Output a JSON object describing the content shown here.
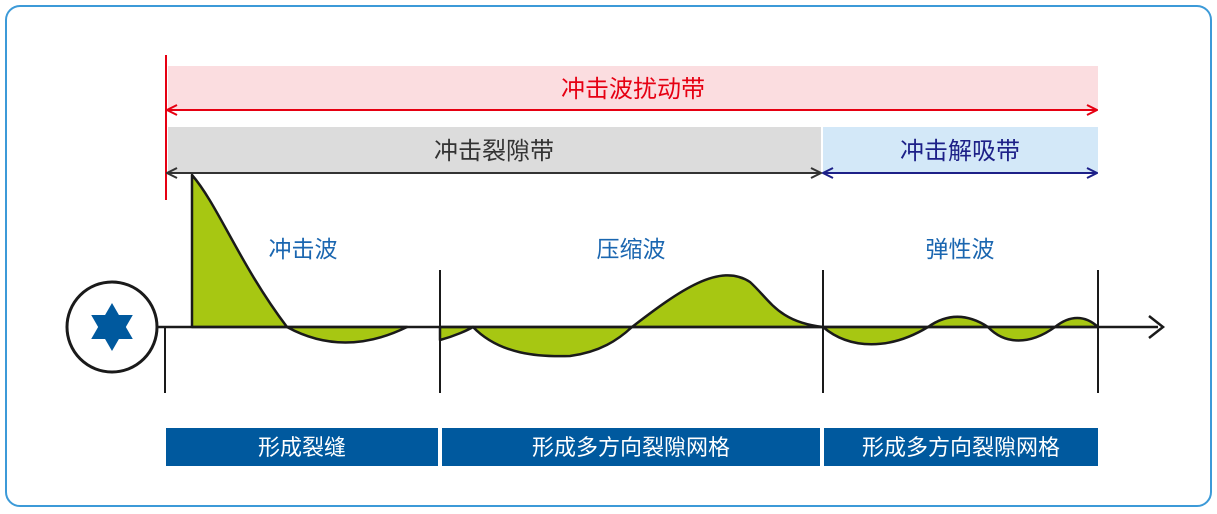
{
  "zones": {
    "disturbance": {
      "label": "冲击波扰动带",
      "color": "#e60012",
      "fill": "#fbdde0"
    },
    "fracture": {
      "label": "冲击裂隙带",
      "color": "#333333",
      "fill": "#dcdcdc"
    },
    "absorption": {
      "label": "冲击解吸带",
      "color": "#1d2088",
      "fill": "#d3e8f8"
    }
  },
  "waves": [
    {
      "label": "冲击波"
    },
    {
      "label": "压缩波"
    },
    {
      "label": "弹性波"
    }
  ],
  "bottom_bars": [
    {
      "label": "形成裂缝"
    },
    {
      "label": "形成多方向裂隙网格"
    },
    {
      "label": "形成多方向裂隙网格"
    }
  ],
  "colors": {
    "border": "#3c9ad8",
    "wave_fill": "#a7c712",
    "axis": "#1a1a1a",
    "bottom_bar": "#00599e",
    "source_star": "#00599e",
    "wave_label": "#1a66b0"
  },
  "icons": {
    "source": "six-point-star-icon"
  }
}
